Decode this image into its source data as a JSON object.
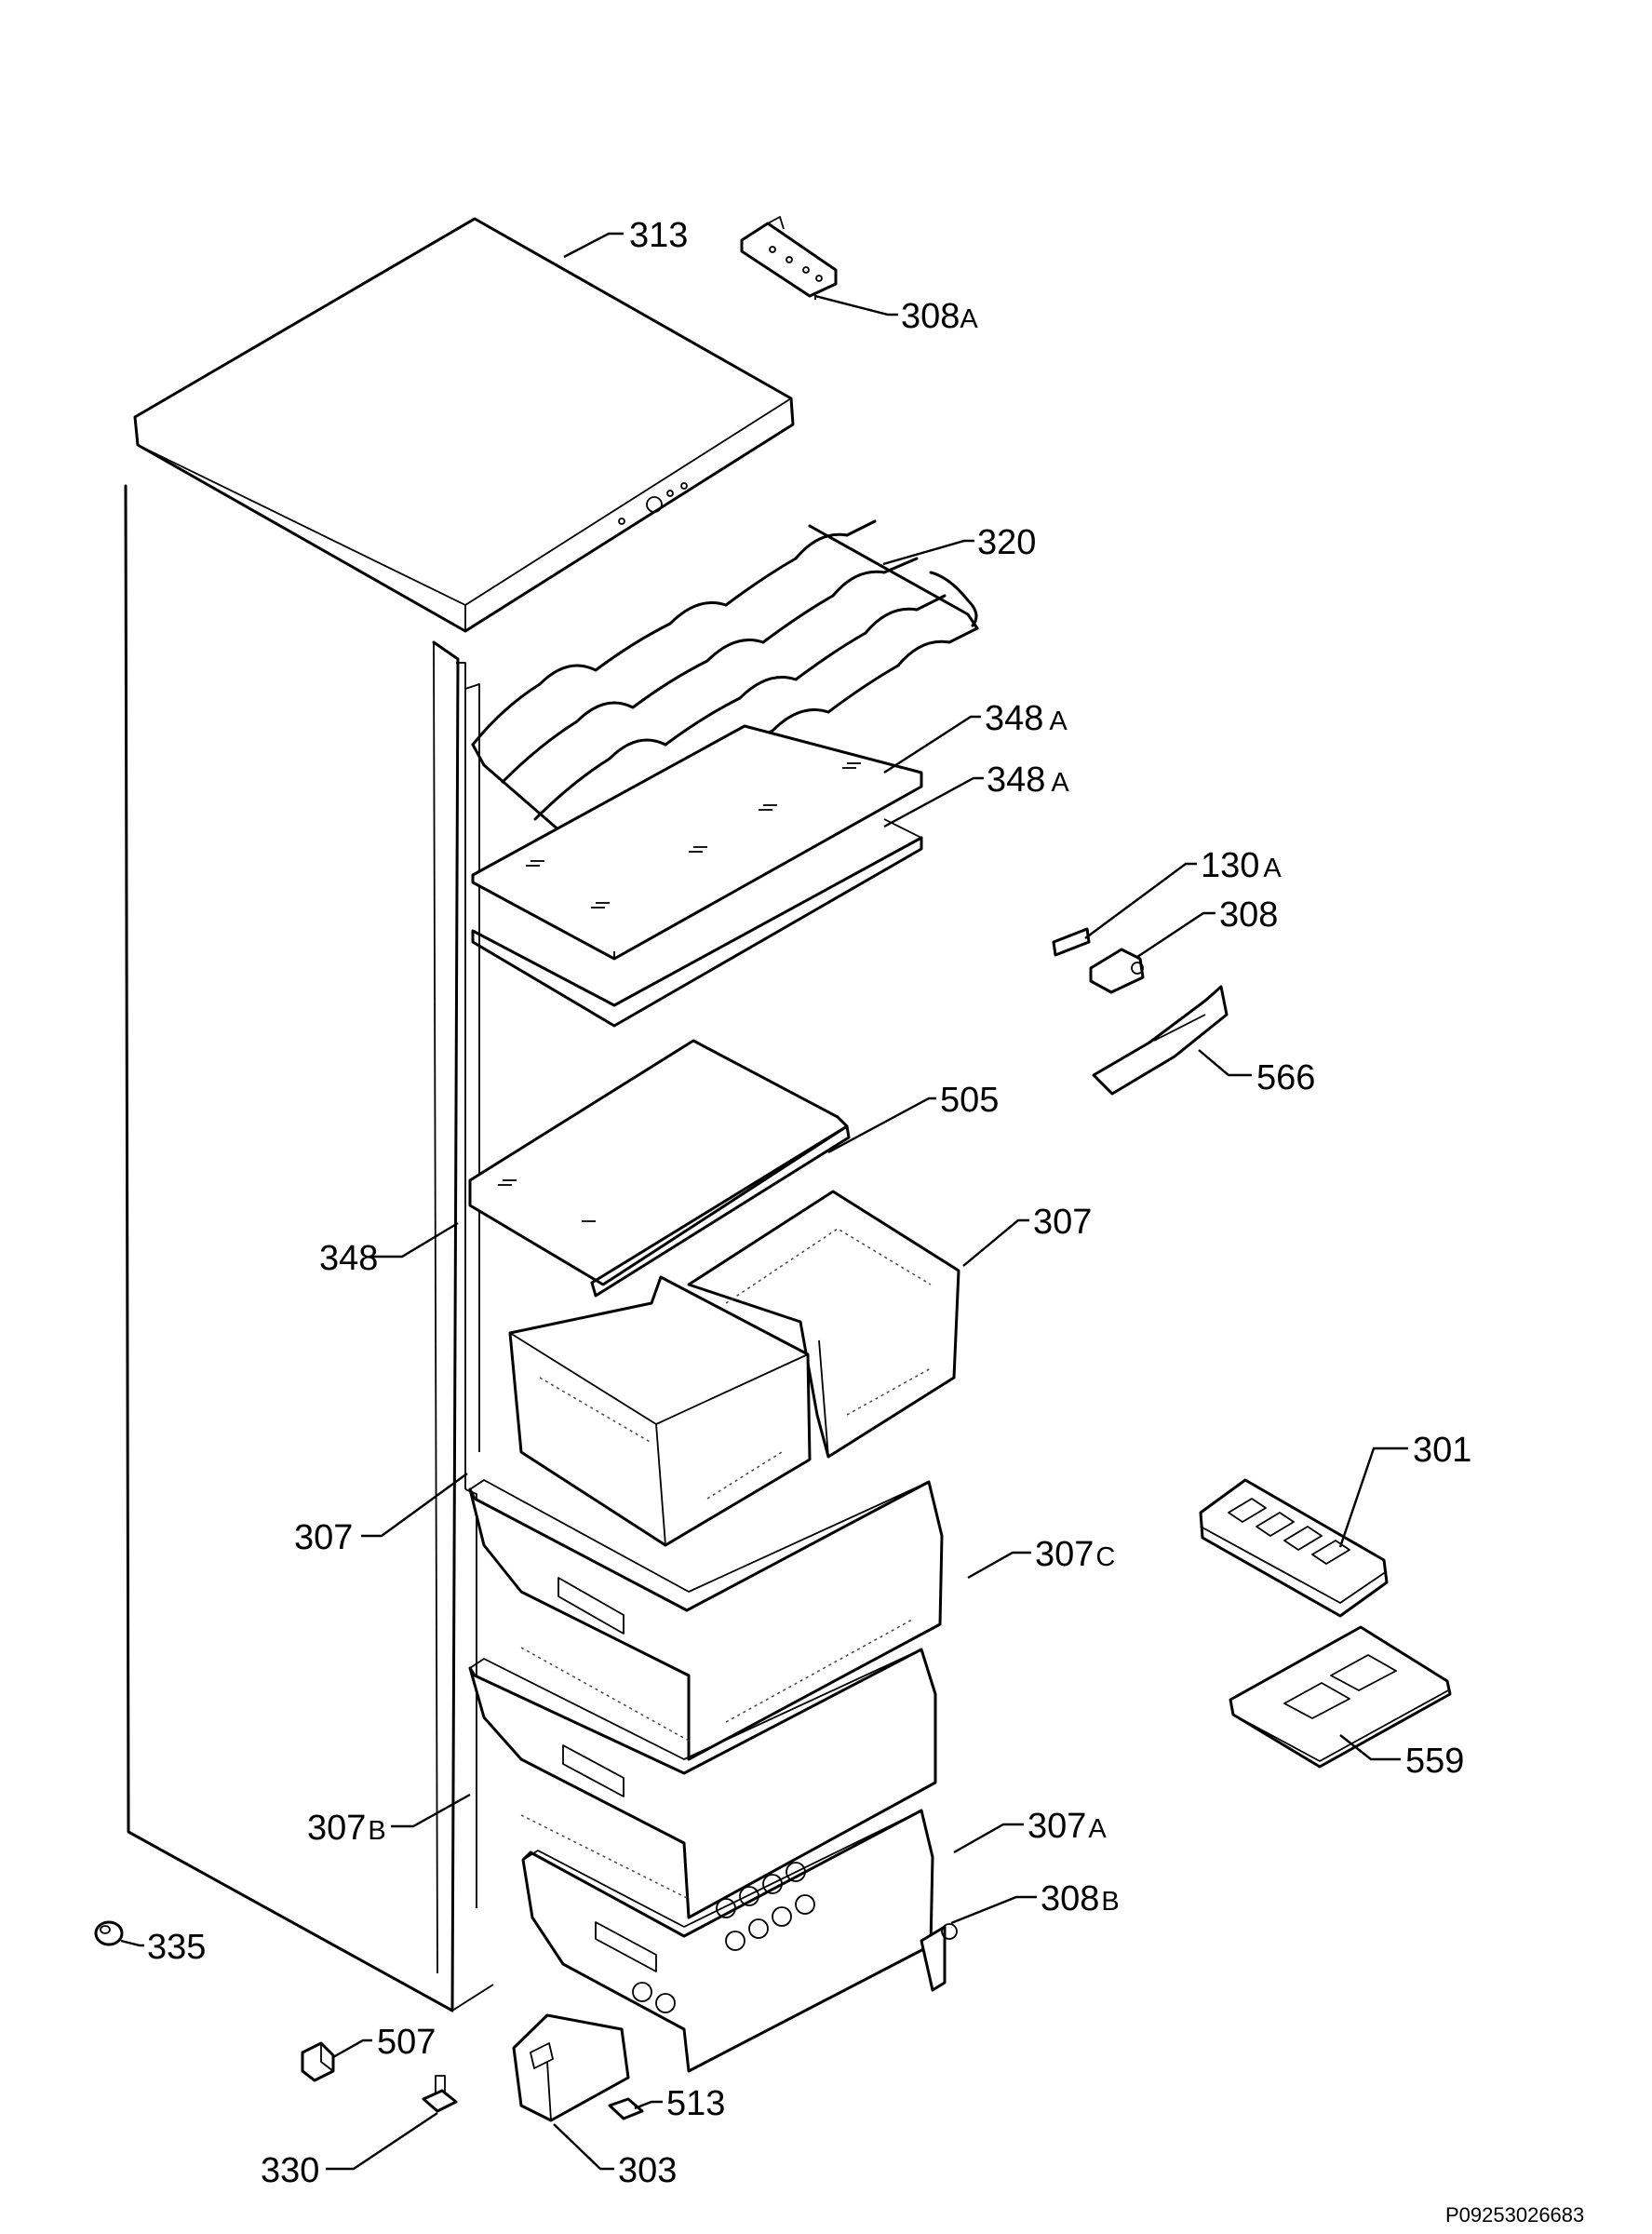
{
  "labels": {
    "313": {
      "num": "313",
      "suffix": ""
    },
    "308A": {
      "num": "308",
      "suffix": "A"
    },
    "320": {
      "num": "320",
      "suffix": ""
    },
    "348A_1": {
      "num": "348",
      "suffix": "A"
    },
    "348A_2": {
      "num": "348",
      "suffix": "A"
    },
    "130A": {
      "num": "130",
      "suffix": "A"
    },
    "308": {
      "num": "308",
      "suffix": ""
    },
    "566": {
      "num": "566",
      "suffix": ""
    },
    "505": {
      "num": "505",
      "suffix": ""
    },
    "307_top": {
      "num": "307",
      "suffix": ""
    },
    "348": {
      "num": "348",
      "suffix": ""
    },
    "301": {
      "num": "301",
      "suffix": ""
    },
    "307_left": {
      "num": "307",
      "suffix": ""
    },
    "307C": {
      "num": "307",
      "suffix": "C"
    },
    "559": {
      "num": "559",
      "suffix": ""
    },
    "307B": {
      "num": "307",
      "suffix": "B"
    },
    "307A": {
      "num": "307",
      "suffix": "A"
    },
    "308B": {
      "num": "308",
      "suffix": "B"
    },
    "335": {
      "num": "335",
      "suffix": ""
    },
    "507": {
      "num": "507",
      "suffix": ""
    },
    "513": {
      "num": "513",
      "suffix": ""
    },
    "330": {
      "num": "330",
      "suffix": ""
    },
    "303": {
      "num": "303",
      "suffix": ""
    }
  },
  "document_code": "P09253026683"
}
